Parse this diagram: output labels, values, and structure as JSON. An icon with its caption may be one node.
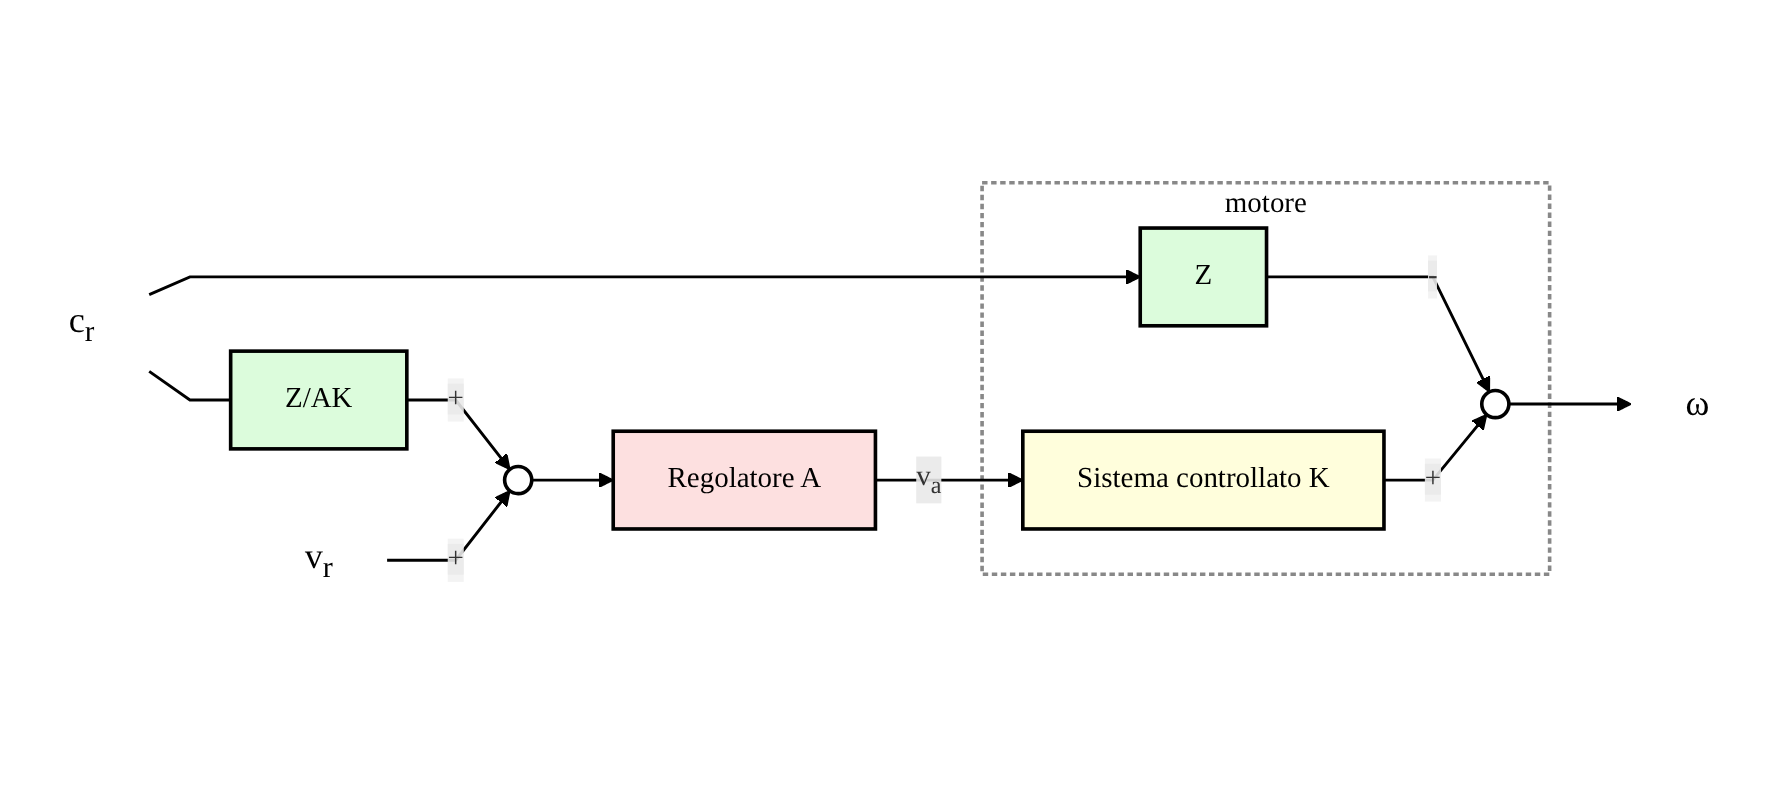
{
  "diagram": {
    "nodes": [
      {
        "text": [
          "c$_{r}$"
        ]
      },
      {
        "text": [
          "Z/AK"
        ]
      },
      {
        "text": [
          "motore"
        ]
      },
      {
        "text": [
          "Z"
        ],
        "in": 2
      },
      {
        "text": [
          "v$_{r}$"
        ]
      },
      {
        "text": [],
        "shape": "circle"
      },
      {
        "text": [
          "Regolatore A"
        ]
      },
      {
        "text": [
          "Sistema controllato K"
        ],
        "in": 2
      },
      {
        "text": [],
        "shape": "circle",
        "in": 2
      },
      {
        "text": [
          "ω"
        ]
      }
    ],
    "edges": [
      {
        "from": 0,
        "to": 1,
        "arrow": "none"
      },
      {
        "from": 0,
        "to": 3,
        "arrow": "to"
      },
      {
        "from": 1,
        "to": 5,
        "arrow": "to",
        "label": "+"
      },
      {
        "from": 4,
        "to": 5,
        "arrow": "to",
        "label": "+"
      },
      {
        "from": 5,
        "to": 6,
        "arrow": "to"
      },
      {
        "from": 6,
        "to": 7,
        "arrow": "to",
        "label": "v$_{a}$"
      },
      {
        "from": 3,
        "to": 8,
        "arrow": "to",
        "label": "-"
      },
      {
        "from": 7,
        "to": 8,
        "arrow": "to",
        "label": "+"
      },
      {
        "from": 8,
        "to": 9,
        "arrow": "to"
      }
    ]
  }
}
